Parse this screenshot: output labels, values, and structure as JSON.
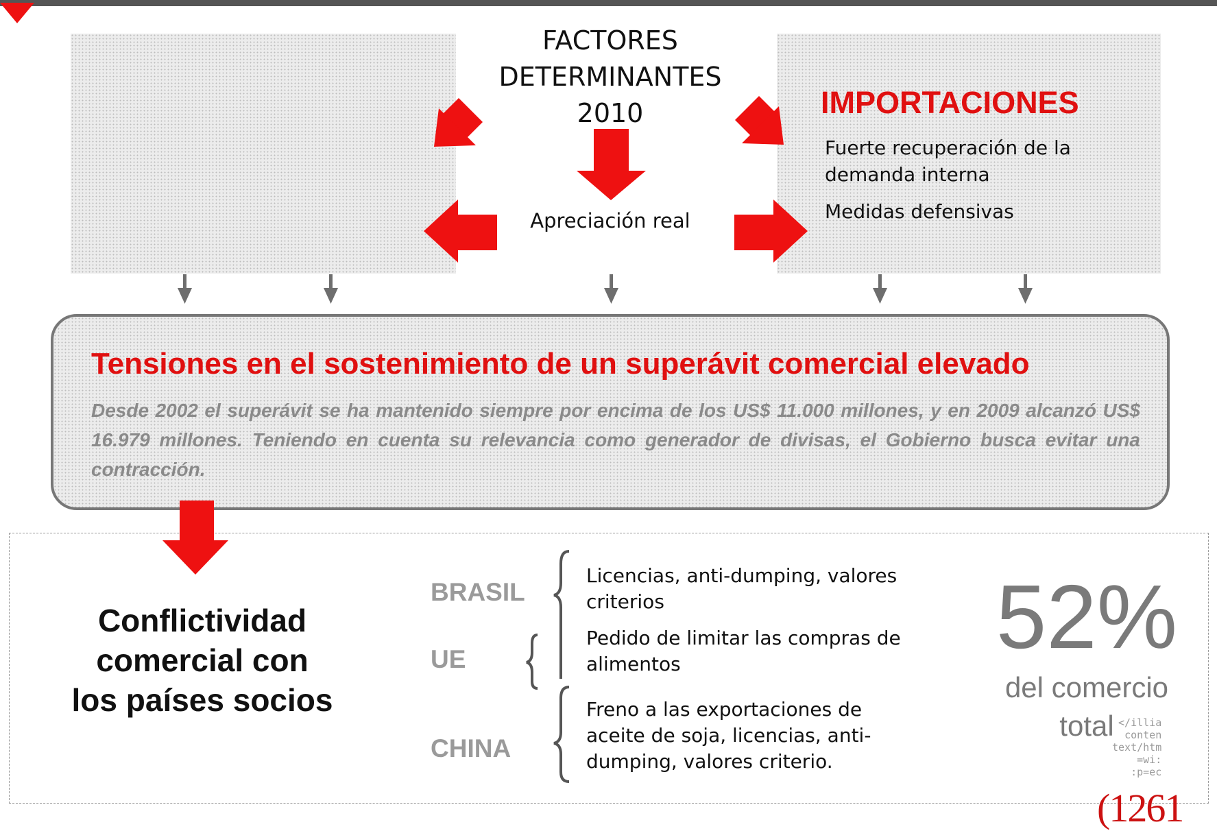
{
  "header": {
    "title_lines": [
      "FACTORES",
      "DETERMINANTES",
      "2010"
    ]
  },
  "importaciones": {
    "title": "IMPORTACIONES",
    "items": [
      "Fuerte recuperación de la",
      "demanda interna",
      "Medidas defensivas"
    ]
  },
  "center": {
    "label": "Apreciación real"
  },
  "main": {
    "title": "Tensiones en el sostenimiento de un superávit comercial elevado",
    "description": "Desde 2002 el superávit se ha mantenido siempre por encima de los US$ 11.000 millones, y en 2009 alcanzó US$ 16.979 millones. Teniendo en cuenta su relevancia como generador de divisas, el Gobierno busca evitar una contracción."
  },
  "conflict": {
    "lines": [
      "Conflictividad",
      "comercial con",
      "los países socios"
    ]
  },
  "partners": [
    {
      "country": "BRASIL",
      "lines": [
        "Licencias, anti-dumping, valores",
        "criterios"
      ]
    },
    {
      "country": "UE",
      "lines": [
        "Pedido de limitar las compras de",
        "alimentos"
      ]
    },
    {
      "country": "CHINA",
      "lines": [
        "Freno a las exportaciones de",
        "aceite de soja, licencias, anti-",
        "dumping, valores criterio."
      ]
    }
  ],
  "share": {
    "value": "52%",
    "label_lines": [
      "del comercio",
      "total"
    ]
  },
  "decoration": {
    "code_snippet": "</illia\nconten\ntext/htm\n=wi:\n:p=ec",
    "logo_text": "(1261"
  },
  "colors": {
    "accent_red": "#ee1111",
    "gray_arrow": "#6e6e6e",
    "top_bar": "#555555"
  }
}
